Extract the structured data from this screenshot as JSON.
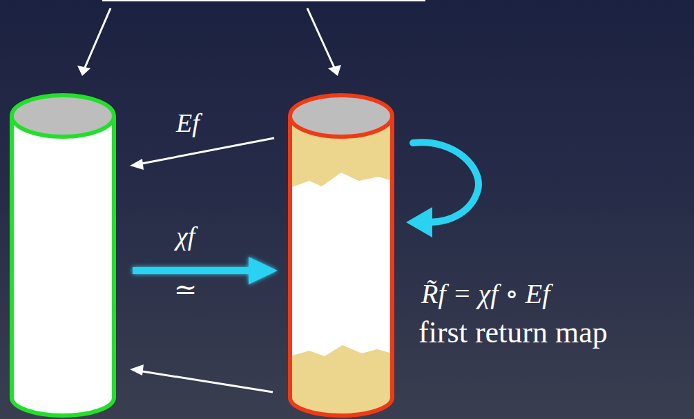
{
  "diagram": {
    "labels": [
      "Ef",
      "χf",
      "≃",
      "R̃f = χf ∘ Ef",
      "first return map"
    ]
  }
}
